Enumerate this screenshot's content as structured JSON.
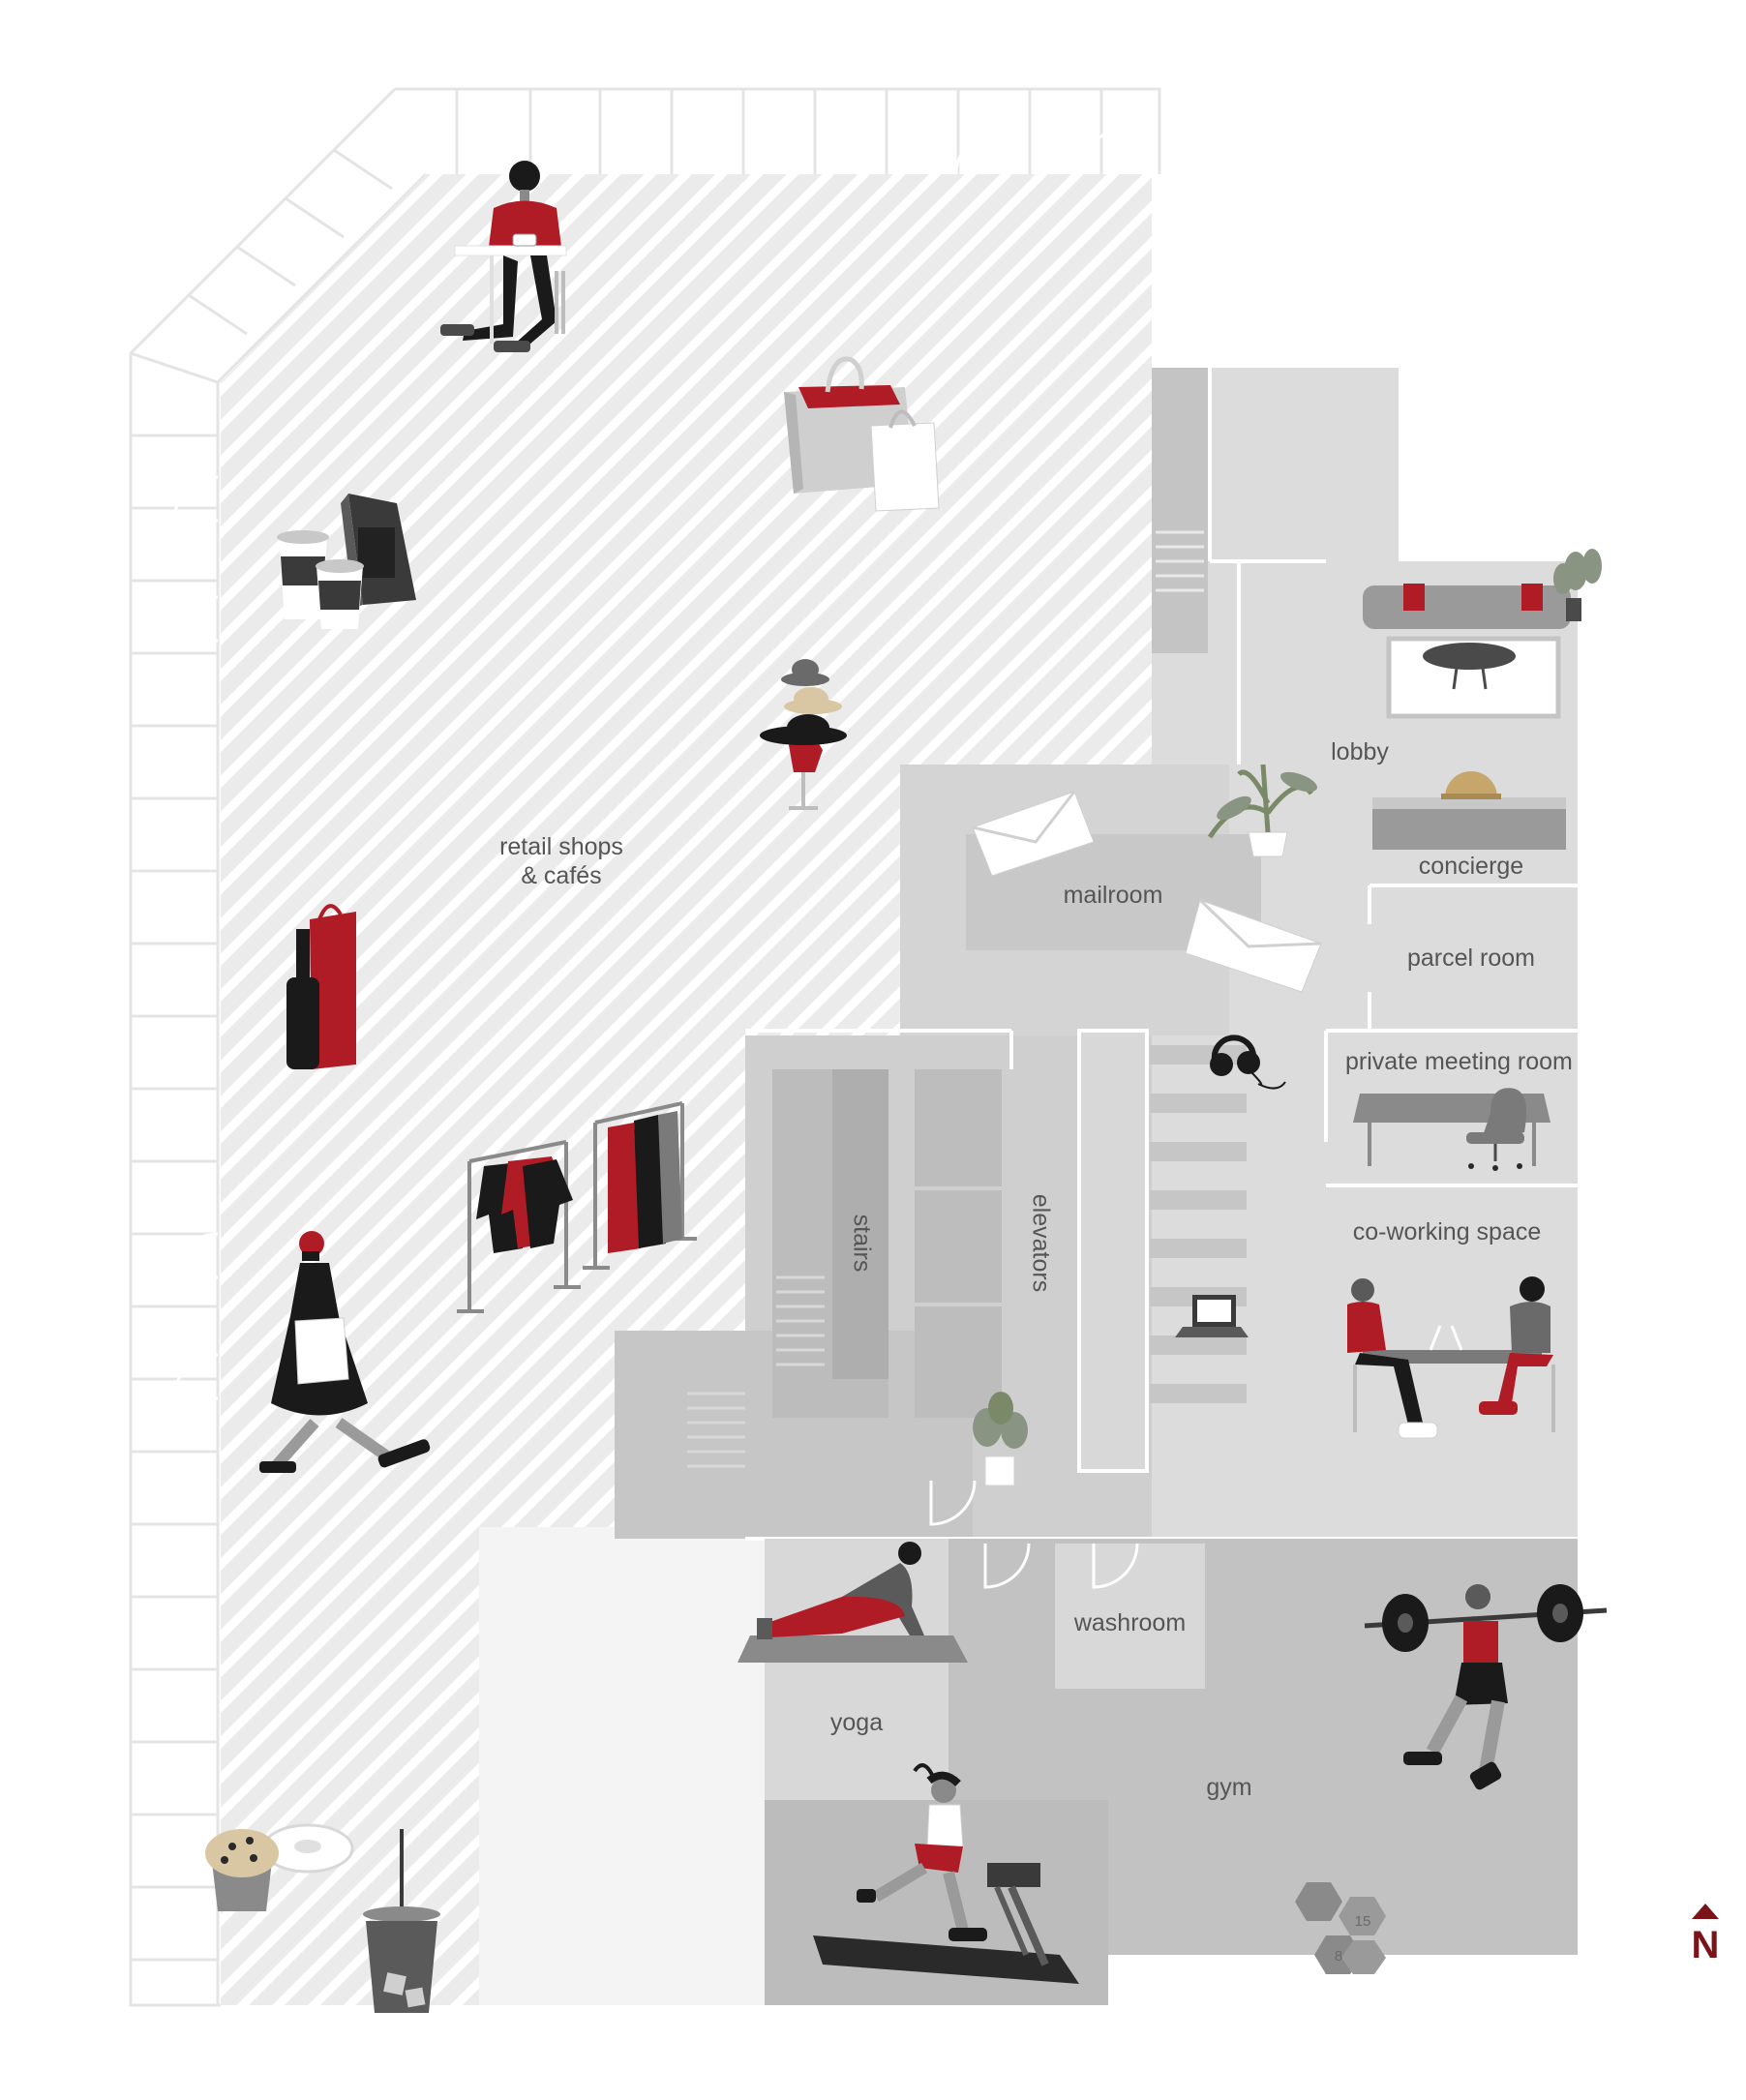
{
  "map": {
    "rooms": {
      "retail": "retail shops\n& cafés",
      "lobby": "lobby",
      "mailroom": "mailroom",
      "concierge": "concierge",
      "parcel_room": "parcel room",
      "private_meeting_room": "private meeting room",
      "co_working_space": "co-working space",
      "stairs": "stairs",
      "elevators": "elevators",
      "washroom": "washroom",
      "yoga": "yoga",
      "gym": "gym"
    },
    "compass": "N",
    "dumbbell_weights": [
      "15",
      "8"
    ]
  },
  "colors": {
    "accent_red": "#b01c26",
    "dark_red": "#7a1418",
    "floor_light": "#dcdcdc",
    "floor_mid": "#cfcfcf",
    "floor_dark": "#bdbdbd",
    "hatch": "#e6e6e6"
  }
}
